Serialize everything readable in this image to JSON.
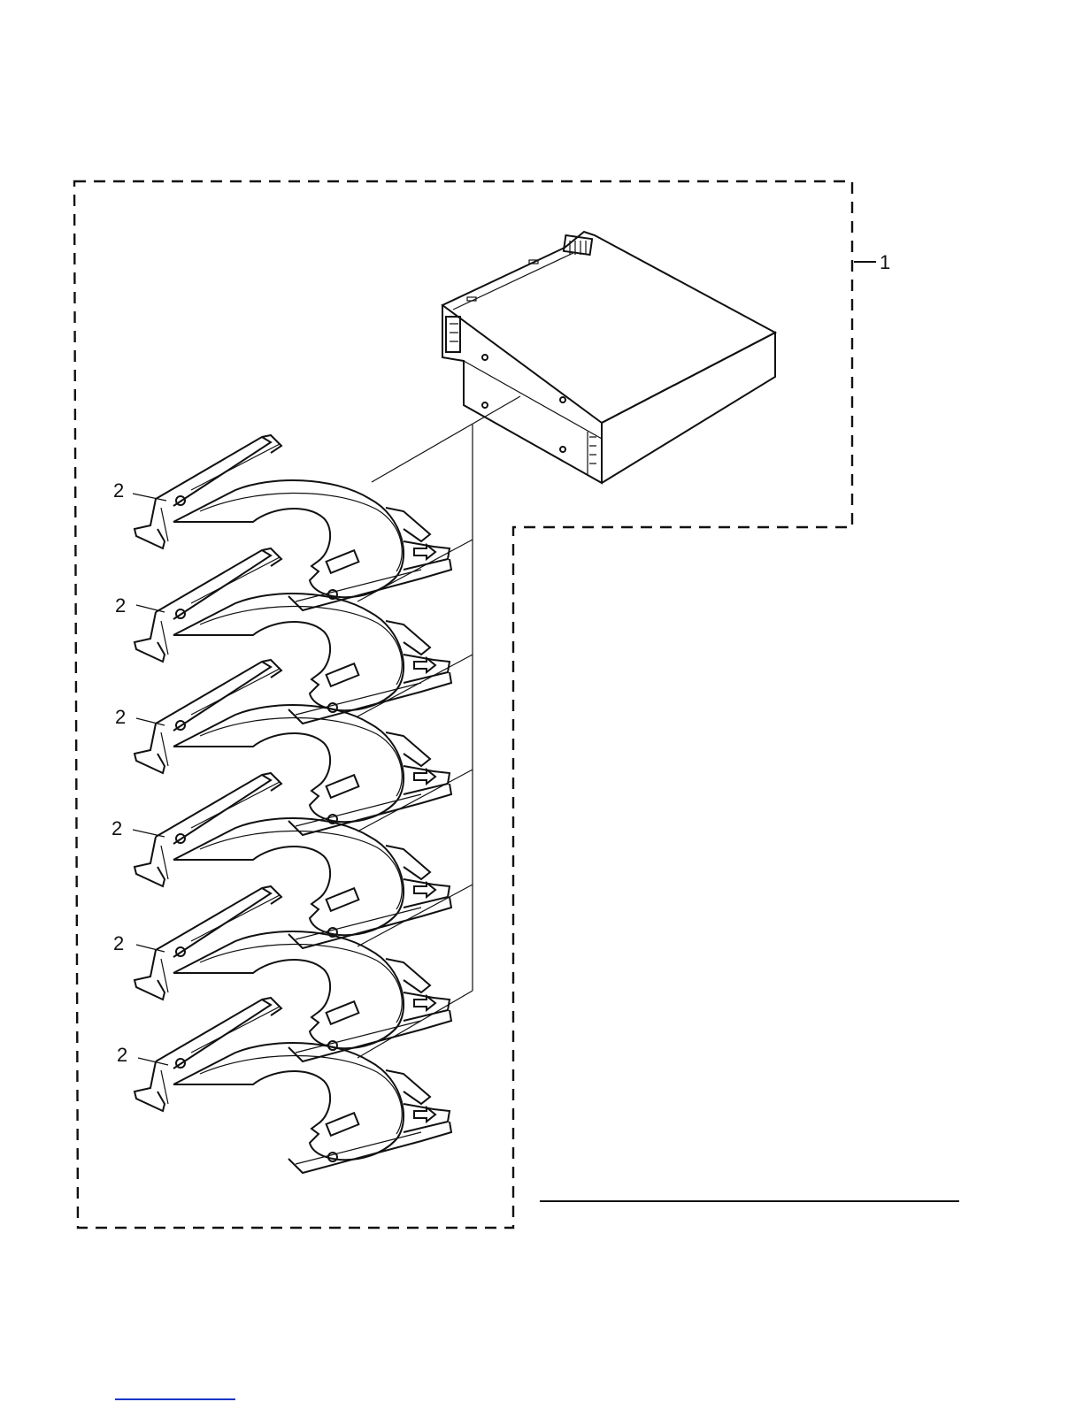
{
  "diagram": {
    "callouts": {
      "assembly": "1",
      "tray": "2"
    },
    "colors": {
      "ink": "#111111",
      "paper": "#ffffff",
      "link": "#1a36c8"
    },
    "tray_count": 6
  }
}
